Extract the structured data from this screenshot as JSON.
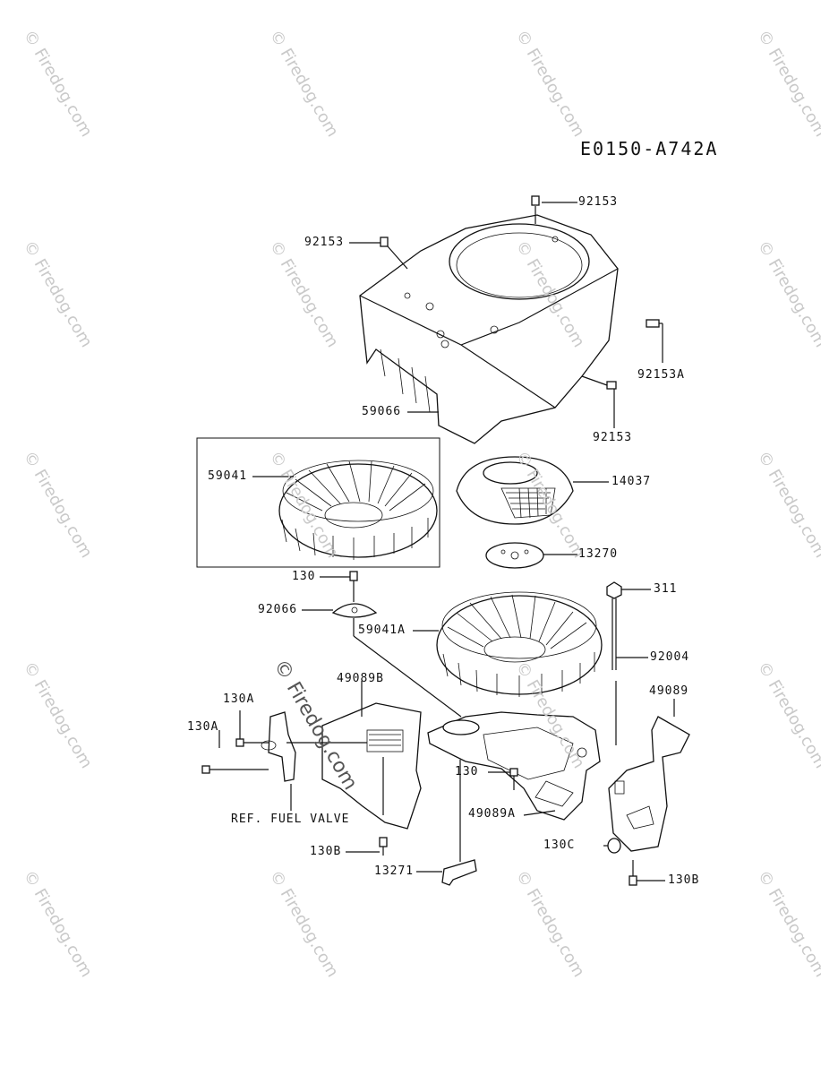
{
  "diagram_code": "E0150-A742A",
  "watermark": "© Firedog.com",
  "labels": {
    "p92153_top": "92153",
    "p92153_left": "92153",
    "p92153A": "92153A",
    "p92153_right": "92153",
    "p59066": "59066",
    "p59041": "59041",
    "p14037": "14037",
    "p13270": "13270",
    "p130_top": "130",
    "p92066": "92066",
    "p311": "311",
    "p59041A": "59041A",
    "p92004": "92004",
    "p49089B": "49089B",
    "p49089": "49089",
    "p130A_upper": "130A",
    "p130A_lower": "130A",
    "p130_mid": "130",
    "ref_fuel_valve": "REF. FUEL VALVE",
    "p49089A": "49089A",
    "p130B_left": "130B",
    "p130C": "130C",
    "p13271": "13271",
    "p130B_right": "130B"
  }
}
